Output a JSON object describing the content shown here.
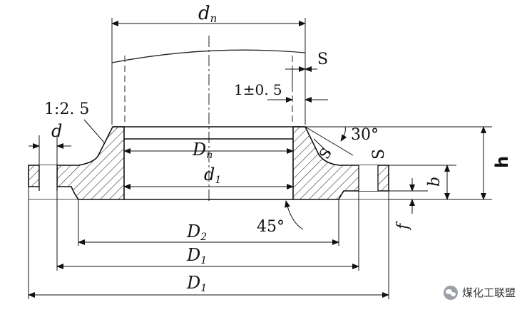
{
  "labels": {
    "d_top": "d",
    "d_top_sub": "n",
    "s_top": "S",
    "tolerance": "1±0. 5",
    "taper": "1:2. 5",
    "d_bolt": "d",
    "angle_30": "30°",
    "s_slant1": "S",
    "s_slant2": "S",
    "Dn": "D",
    "Dn_sub": "n",
    "d1": "d",
    "d1_sub": "1",
    "h": "h",
    "b": "b",
    "f": "f",
    "angle_45": "45°",
    "D2": "D",
    "D2_sub": "2",
    "D1": "D",
    "D1_sub": "1",
    "D_outer": "D",
    "D_outer_sub": "1"
  },
  "watermark": {
    "icon": "wechat-icon",
    "text": "煤化工联盟"
  }
}
